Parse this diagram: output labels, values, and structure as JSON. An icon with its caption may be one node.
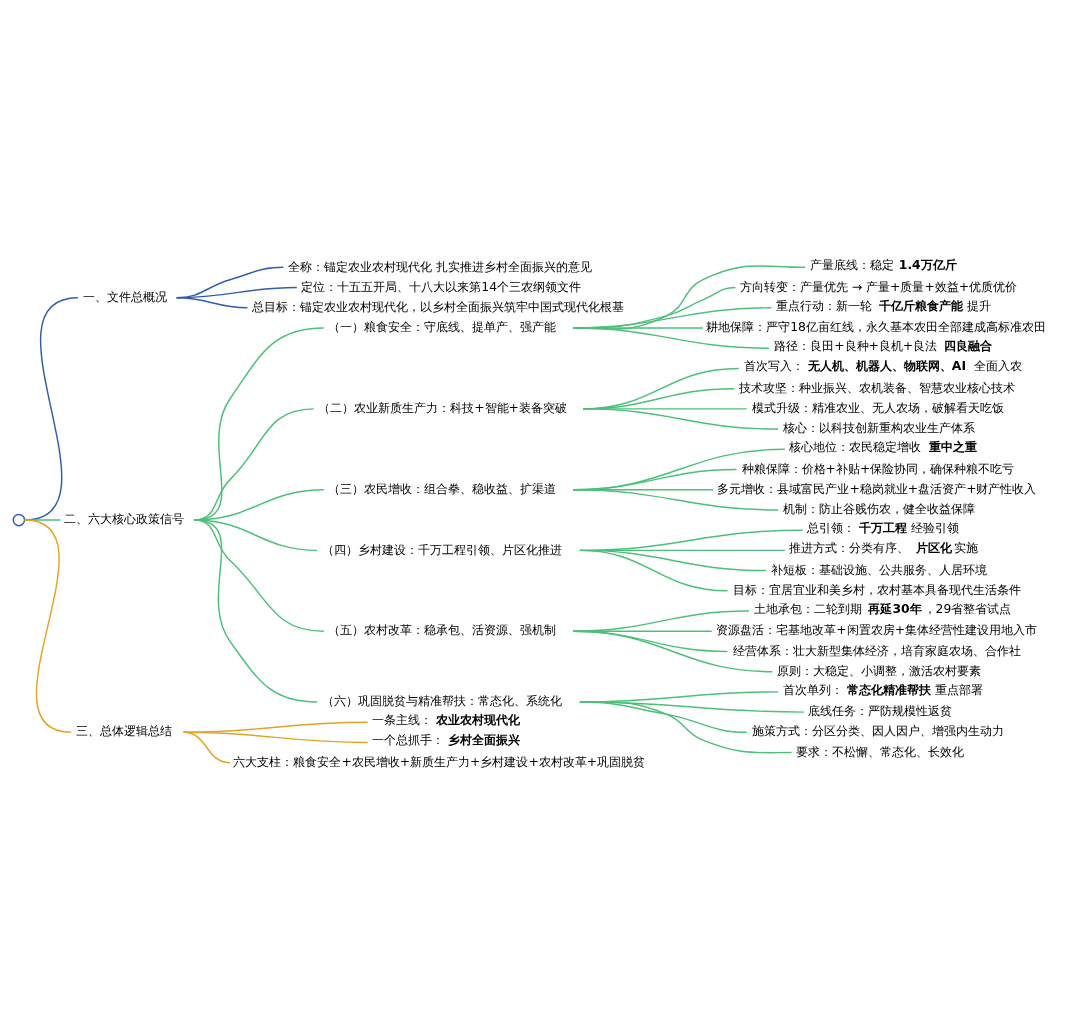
{
  "diagram": {
    "nodes": [
      {
        "text": [],
        "shape": "circle"
      },
      {
        "text": [
          "一、文件总概况"
        ]
      },
      {
        "text": [
          "全称：锚定农业农村现代化 扎实推进乡村全面振兴的意见"
        ]
      },
      {
        "text": [
          "定位：十五五开局、十八大以来第14个三农纲领文件"
        ]
      },
      {
        "text": [
          "总目标：锚定农业农村现代化，以乡村全面振兴筑牢中国式现代化根基"
        ]
      },
      {
        "text": [
          "二、六大核心政策信号"
        ]
      },
      {
        "text": [
          "（一）粮食安全：守底线、提单产、强产能"
        ]
      },
      {
        "text": [
          "产量底线：稳定**1.4万亿斤**"
        ]
      },
      {
        "text": [
          "方向转变：产量优先 → 产量+质量+效益+优质优价"
        ]
      },
      {
        "text": [
          "重点行动：新一轮**千亿斤粮食产能**提升"
        ]
      },
      {
        "text": [
          "耕地保障：严守18亿亩红线，永久基本农田全部建成高标准农田"
        ]
      },
      {
        "text": [
          "路径：良田+良种+良机+良法**四良融合**"
        ]
      },
      {
        "text": [
          "（二）农业新质生产力：科技+智能+装备突破"
        ]
      },
      {
        "text": [
          "首次写入：**无人机、机器人、物联网、AI**全面入农"
        ]
      },
      {
        "text": [
          "技术攻坚：种业振兴、农机装备、智慧农业核心技术"
        ]
      },
      {
        "text": [
          "模式升级：精准农业、无人农场，破解看天吃饭"
        ]
      },
      {
        "text": [
          "核心：以科技创新重构农业生产体系"
        ]
      },
      {
        "text": [
          "（三）农民增收：组合拳、稳收益、扩渠道"
        ]
      },
      {
        "text": [
          "核心地位：农民稳定增收**重中之重**"
        ]
      },
      {
        "text": [
          "种粮保障：价格+补贴+保险协同，确保种粮不吃亏"
        ]
      },
      {
        "text": [
          "多元增收：县域富民产业+稳岗就业+盘活资产+财产性收入"
        ]
      },
      {
        "text": [
          "机制：防止谷贱伤农，健全收益保障"
        ]
      },
      {
        "text": [
          "（四）乡村建设：千万工程引领、片区化推进"
        ]
      },
      {
        "text": [
          "总引领：**千万工程**经验引领"
        ]
      },
      {
        "text": [
          "推进方式：分类有序、**片区化**实施"
        ]
      },
      {
        "text": [
          "补短板：基础设施、公共服务、人居环境"
        ]
      },
      {
        "text": [
          "目标：宜居宜业和美乡村，农村基本具备现代生活条件"
        ]
      },
      {
        "text": [
          "（五）农村改革：稳承包、活资源、强机制"
        ]
      },
      {
        "text": [
          "土地承包：二轮到期**再延30年**，29省整省试点"
        ]
      },
      {
        "text": [
          "资源盘活：宅基地改革+闲置农房+集体经营性建设用地入市"
        ]
      },
      {
        "text": [
          "经营体系：壮大新型集体经济，培育家庭农场、合作社"
        ]
      },
      {
        "text": [
          "原则：大稳定、小调整，激活农村要素"
        ]
      },
      {
        "text": [
          "（六）巩固脱贫与精准帮扶：常态化、系统化"
        ]
      },
      {
        "text": [
          "首次单列：**常态化精准帮扶**重点部署"
        ]
      },
      {
        "text": [
          "底线任务：严防规模性返贫"
        ]
      },
      {
        "text": [
          "施策方式：分区分类、因人因户、增强内生动力"
        ]
      },
      {
        "text": [
          "要求：不松懈、常态化、长效化"
        ]
      },
      {
        "text": [
          "三、总体逻辑总结"
        ]
      },
      {
        "text": [
          "一条主线：**农业农村现代化**"
        ]
      },
      {
        "text": [
          "一个总抓手：**乡村全面振兴**"
        ]
      },
      {
        "text": [
          "六大支柱：粮食安全+农民增收+新质生产力+乡村建设+农村改革+巩固脱贫"
        ]
      }
    ],
    "edges": [
      {
        "from": 0,
        "to": 1,
        "arrow": "none",
        "color": "#2f5fa8"
      },
      {
        "from": 1,
        "to": 2,
        "arrow": "none",
        "color": "#2f5fa8"
      },
      {
        "from": 1,
        "to": 3,
        "arrow": "none",
        "color": "#2f5fa8"
      },
      {
        "from": 1,
        "to": 4,
        "arrow": "none",
        "color": "#2f5fa8"
      },
      {
        "from": 0,
        "to": 5,
        "arrow": "none"
      },
      {
        "from": 5,
        "to": 6,
        "arrow": "none"
      },
      {
        "from": 6,
        "to": 7,
        "arrow": "none"
      },
      {
        "from": 6,
        "to": 8,
        "arrow": "none"
      },
      {
        "from": 6,
        "to": 9,
        "arrow": "none"
      },
      {
        "from": 6,
        "to": 10,
        "arrow": "none"
      },
      {
        "from": 6,
        "to": 11,
        "arrow": "none"
      },
      {
        "from": 5,
        "to": 12,
        "arrow": "none"
      },
      {
        "from": 12,
        "to": 13,
        "arrow": "none"
      },
      {
        "from": 12,
        "to": 14,
        "arrow": "none"
      },
      {
        "from": 12,
        "to": 15,
        "arrow": "none"
      },
      {
        "from": 12,
        "to": 16,
        "arrow": "none"
      },
      {
        "from": 5,
        "to": 17,
        "arrow": "none"
      },
      {
        "from": 17,
        "to": 18,
        "arrow": "none"
      },
      {
        "from": 17,
        "to": 19,
        "arrow": "none"
      },
      {
        "from": 17,
        "to": 20,
        "arrow": "none"
      },
      {
        "from": 17,
        "to": 21,
        "arrow": "none"
      },
      {
        "from": 5,
        "to": 22,
        "arrow": "none"
      },
      {
        "from": 22,
        "to": 23,
        "arrow": "none"
      },
      {
        "from": 22,
        "to": 24,
        "arrow": "none"
      },
      {
        "from": 22,
        "to": 25,
        "arrow": "none"
      },
      {
        "from": 22,
        "to": 26,
        "arrow": "none"
      },
      {
        "from": 5,
        "to": 27,
        "arrow": "none"
      },
      {
        "from": 27,
        "to": 28,
        "arrow": "none"
      },
      {
        "from": 27,
        "to": 29,
        "arrow": "none"
      },
      {
        "from": 27,
        "to": 30,
        "arrow": "none"
      },
      {
        "from": 27,
        "to": 31,
        "arrow": "none"
      },
      {
        "from": 5,
        "to": 32,
        "arrow": "none"
      },
      {
        "from": 32,
        "to": 33,
        "arrow": "none"
      },
      {
        "from": 32,
        "to": 34,
        "arrow": "none"
      },
      {
        "from": 32,
        "to": 35,
        "arrow": "none"
      },
      {
        "from": 32,
        "to": 36,
        "arrow": "none"
      },
      {
        "from": 0,
        "to": 37,
        "arrow": "none",
        "color": "#e0a526"
      },
      {
        "from": 37,
        "to": 38,
        "arrow": "none",
        "color": "#e0a526"
      },
      {
        "from": 37,
        "to": 39,
        "arrow": "none",
        "color": "#e0a526"
      },
      {
        "from": 37,
        "to": 40,
        "arrow": "none",
        "color": "#e0a526"
      }
    ]
  }
}
